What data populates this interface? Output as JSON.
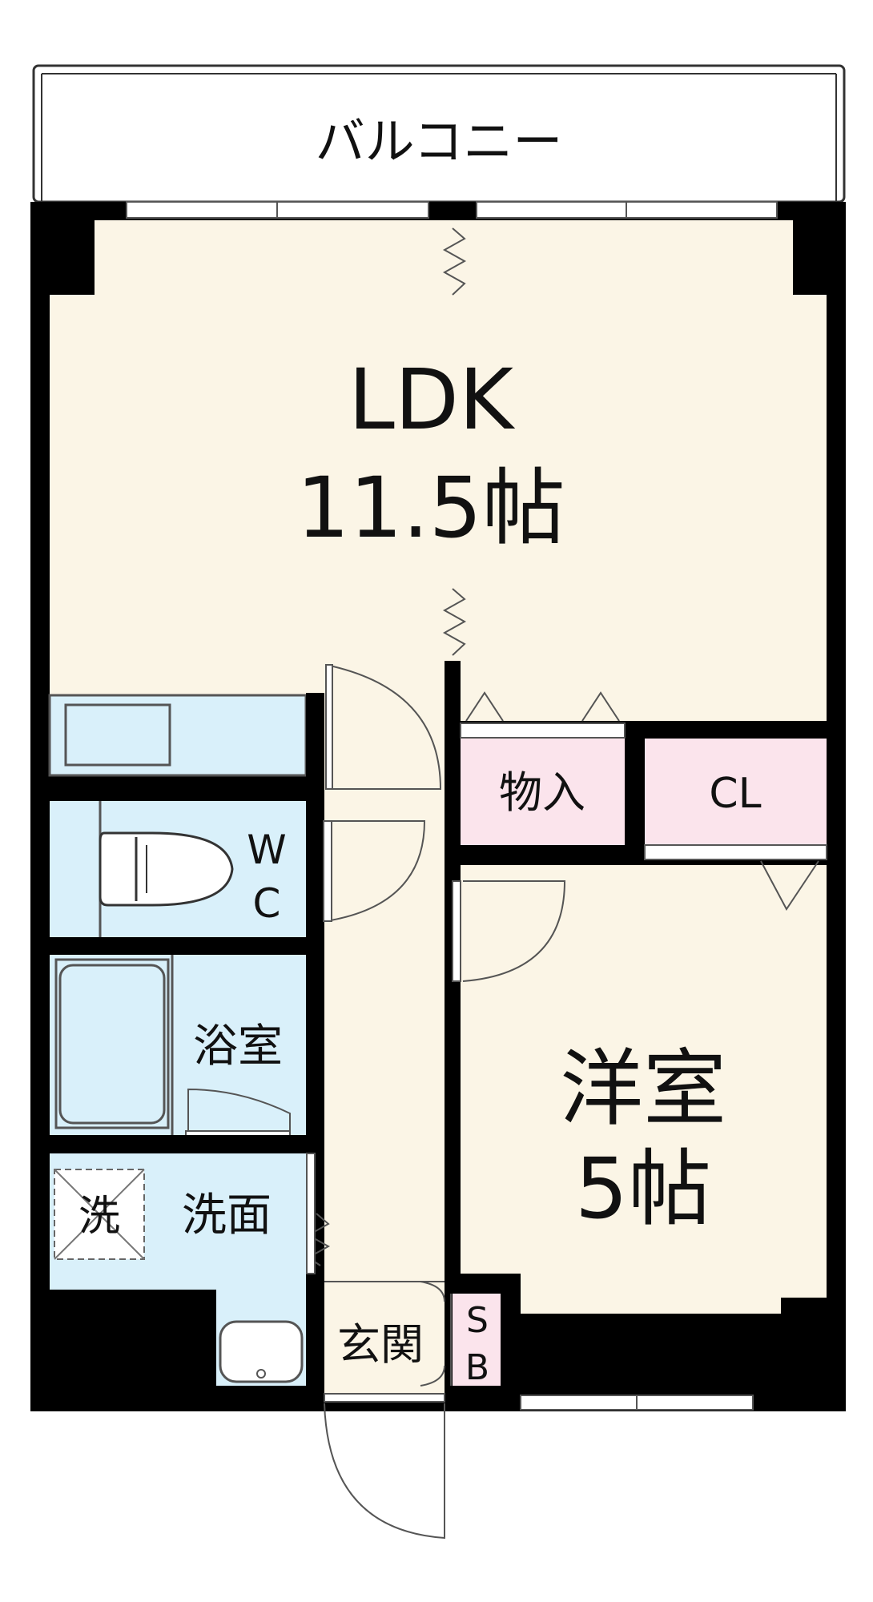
{
  "floorplan": {
    "balcony": "バルコニー",
    "ldk": {
      "name": "LDK",
      "size": "11.5帖"
    },
    "storage": "物入",
    "closet": "CL",
    "wc": {
      "top": "W",
      "bottom": "C"
    },
    "bath": "浴室",
    "washer": "洗",
    "washroom": "洗面",
    "entrance": "玄関",
    "shoe_box": {
      "top": "S",
      "bottom": "B"
    },
    "western_room": {
      "name": "洋室",
      "size": "5帖"
    }
  },
  "colors": {
    "wall": "#000000",
    "ldk_floor": "#fbf5e6",
    "wet_area": "#d9f0fa",
    "storage_fill": "#fbe4ec",
    "line": "#333333"
  }
}
